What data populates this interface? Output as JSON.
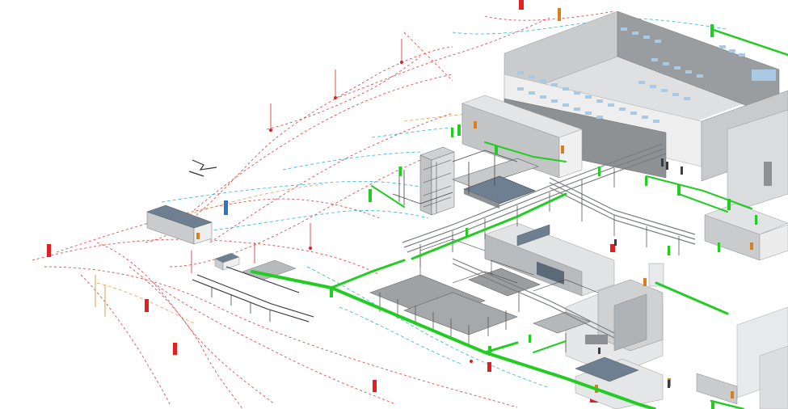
{
  "scene": {
    "type": "isometric BIM model view",
    "background": "#ffffff",
    "colors": {
      "wall_light": "#e9eaeb",
      "wall_mid": "#c9cbcd",
      "wall_dark": "#8e9194",
      "roof": "#6e7f91",
      "window": "#a9c9e4",
      "green_pipe": "#22cc22",
      "red_dash": "#e05050",
      "cyan_dash": "#2ab8d8",
      "orange_dash": "#e8a050",
      "steel": "#7a7d80",
      "red_marker": "#e02020",
      "blue_marker": "#2878c8",
      "orange_marker": "#d88020"
    },
    "objects": [
      "main-building",
      "east-building",
      "small-shed",
      "process-skid",
      "pipe-rack",
      "process-hall",
      "lower-building",
      "green-pipe-network",
      "red-service-lines",
      "cyan-service-lines",
      "red-markers",
      "small-equipment"
    ]
  }
}
